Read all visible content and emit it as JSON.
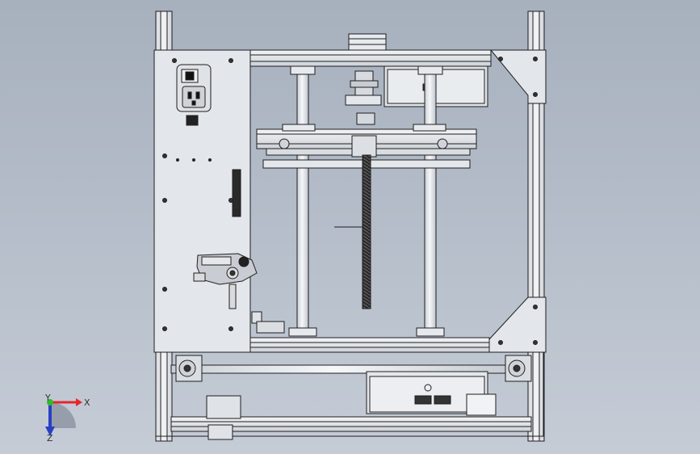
{
  "viewport": {
    "background_top": "#a7b0bd",
    "background_bottom": "#c5ccd6"
  },
  "model": {
    "frame_color": "#dfe3e8",
    "rail_color": "#eef0f3",
    "edge_color": "#1e1e1e",
    "rod_color": "#e9edf2",
    "leadscrew_color": "#2b2b2b"
  },
  "triad": {
    "x_label": "X",
    "y_label": "Y",
    "z_label": "Z",
    "x_color": "#e8262b",
    "y_color": "#2ebd2a",
    "z_color": "#2a3fc4"
  }
}
